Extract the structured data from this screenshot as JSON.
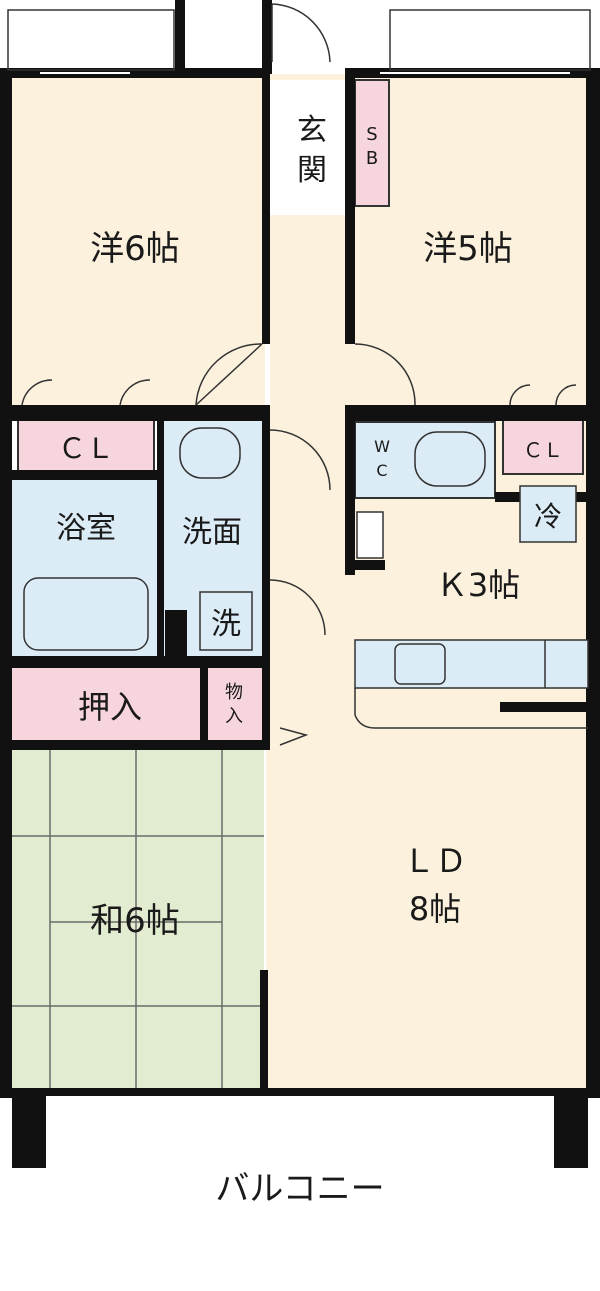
{
  "rooms": {
    "western_6": "洋6帖",
    "western_5": "洋5帖",
    "entrance_1": "玄",
    "entrance_2": "関",
    "shoe_box_1": "S",
    "shoe_box_2": "B",
    "closet_left": "ＣＬ",
    "closet_right": "ＣＬ",
    "wc_1": "W",
    "wc_2": "C",
    "bathroom": "浴室",
    "washroom": "洗面",
    "washer": "洗",
    "refrigerator": "冷",
    "kitchen": "Ｋ3帖",
    "oshiire": "押入",
    "storage_1": "物",
    "storage_2": "入",
    "ld_1": "ＬＤ",
    "ld_2": "8帖",
    "tatami": "和6帖",
    "balcony": "バルコニー"
  },
  "colors": {
    "wall": "#111111",
    "western_floor": "#fbf1dd",
    "wet_area": "#dcecf6",
    "closet": "#f6d5dc",
    "tatami": "#e2ecd0",
    "balcony": "#ffffff"
  }
}
